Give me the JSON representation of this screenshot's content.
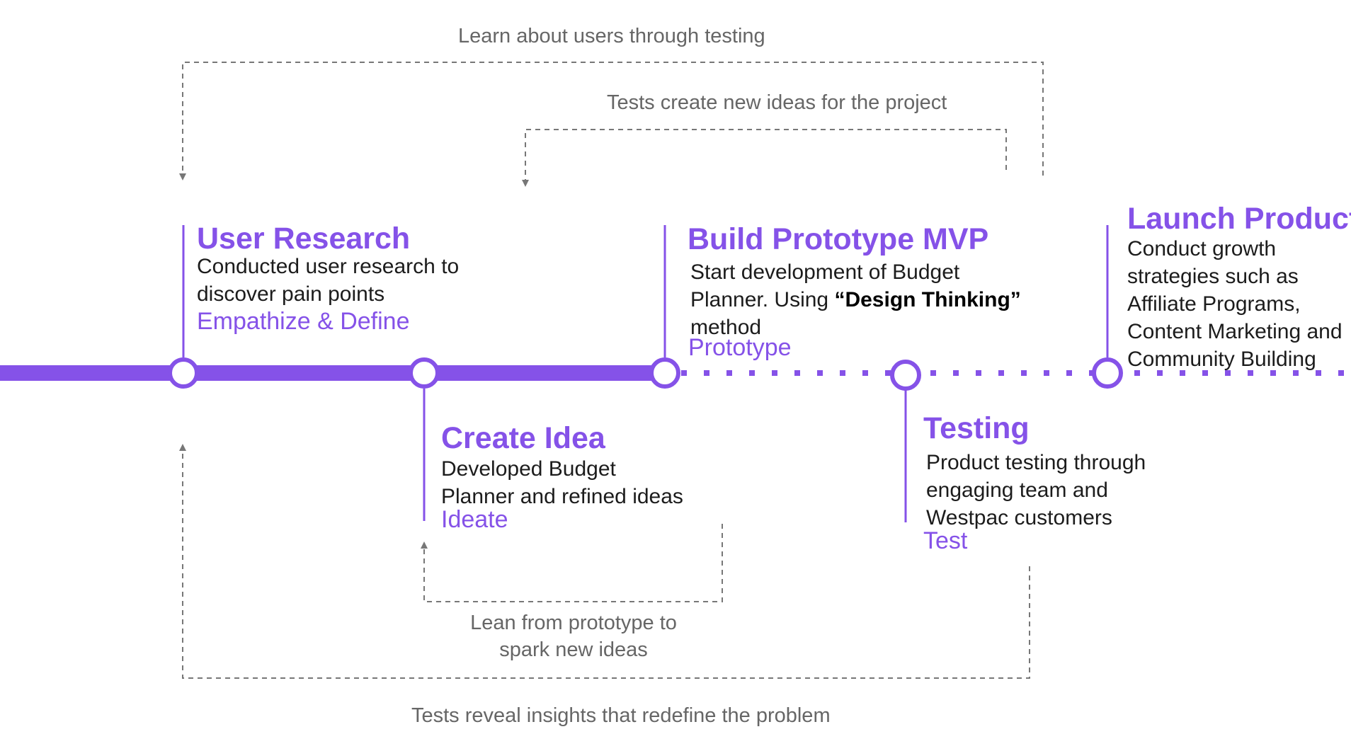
{
  "colors": {
    "accent": "#8552E8",
    "loop_line": "#777777",
    "text": "#1c1c1c",
    "loop_text": "#666666"
  },
  "stages": [
    {
      "id": "user-research",
      "title": "User Research",
      "desc_lines": [
        "Conducted user research to",
        "discover pain points"
      ],
      "phase": "Empathize & Define"
    },
    {
      "id": "create-idea",
      "title": "Create Idea",
      "desc_lines": [
        "Developed Budget",
        "Planner and refined ideas"
      ],
      "phase": "Ideate"
    },
    {
      "id": "build-prototype",
      "title": "Build Prototype MVP",
      "desc_line1": "Start development of Budget",
      "desc_line2_pre": "Planner. Using ",
      "desc_line2_bold": "“Design Thinking”",
      "desc_line3": "method",
      "phase": "Prototype"
    },
    {
      "id": "testing",
      "title": "Testing",
      "desc_lines": [
        "Product testing through",
        "engaging team and",
        "Westpac customers"
      ],
      "phase": "Test"
    },
    {
      "id": "launch-product",
      "title": "Launch Product!",
      "desc_lines": [
        "Conduct growth",
        "strategies such as",
        "Affiliate Programs,",
        "Content Marketing and",
        "Community Building"
      ]
    }
  ],
  "loops": {
    "learn_users": "Learn about users through testing",
    "tests_new_ideas": "Tests create new ideas for the project",
    "lean_prototype": [
      "Lean from prototype to",
      "spark new ideas"
    ],
    "tests_reveal": "Tests reveal insights that redefine the problem"
  }
}
